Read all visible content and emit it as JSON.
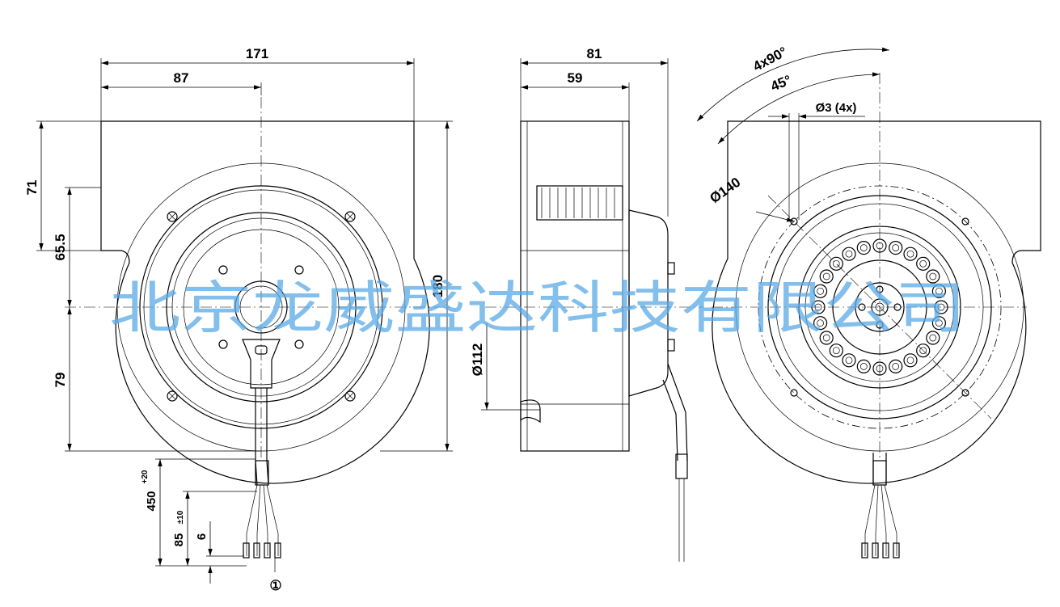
{
  "dimensions": {
    "width_total": "171",
    "width_half": "87",
    "height_top": "71",
    "height_mid": "65.5",
    "height_bottom": "79",
    "height_total": "180",
    "depth_total": "81",
    "depth_partial": "59",
    "inlet_diameter": "Ø112",
    "bolt_circle": "Ø140",
    "hole_spec": "Ø3 (4x)",
    "angle_spacing": "4x90°",
    "angle_offset": "45°",
    "cable_length": "450",
    "cable_length_tol": "+20",
    "lead_length": "85",
    "lead_length_tol": "±10",
    "strip_length": "6",
    "callout": "①"
  },
  "watermark": "北京龙威盛达科技有限公司"
}
